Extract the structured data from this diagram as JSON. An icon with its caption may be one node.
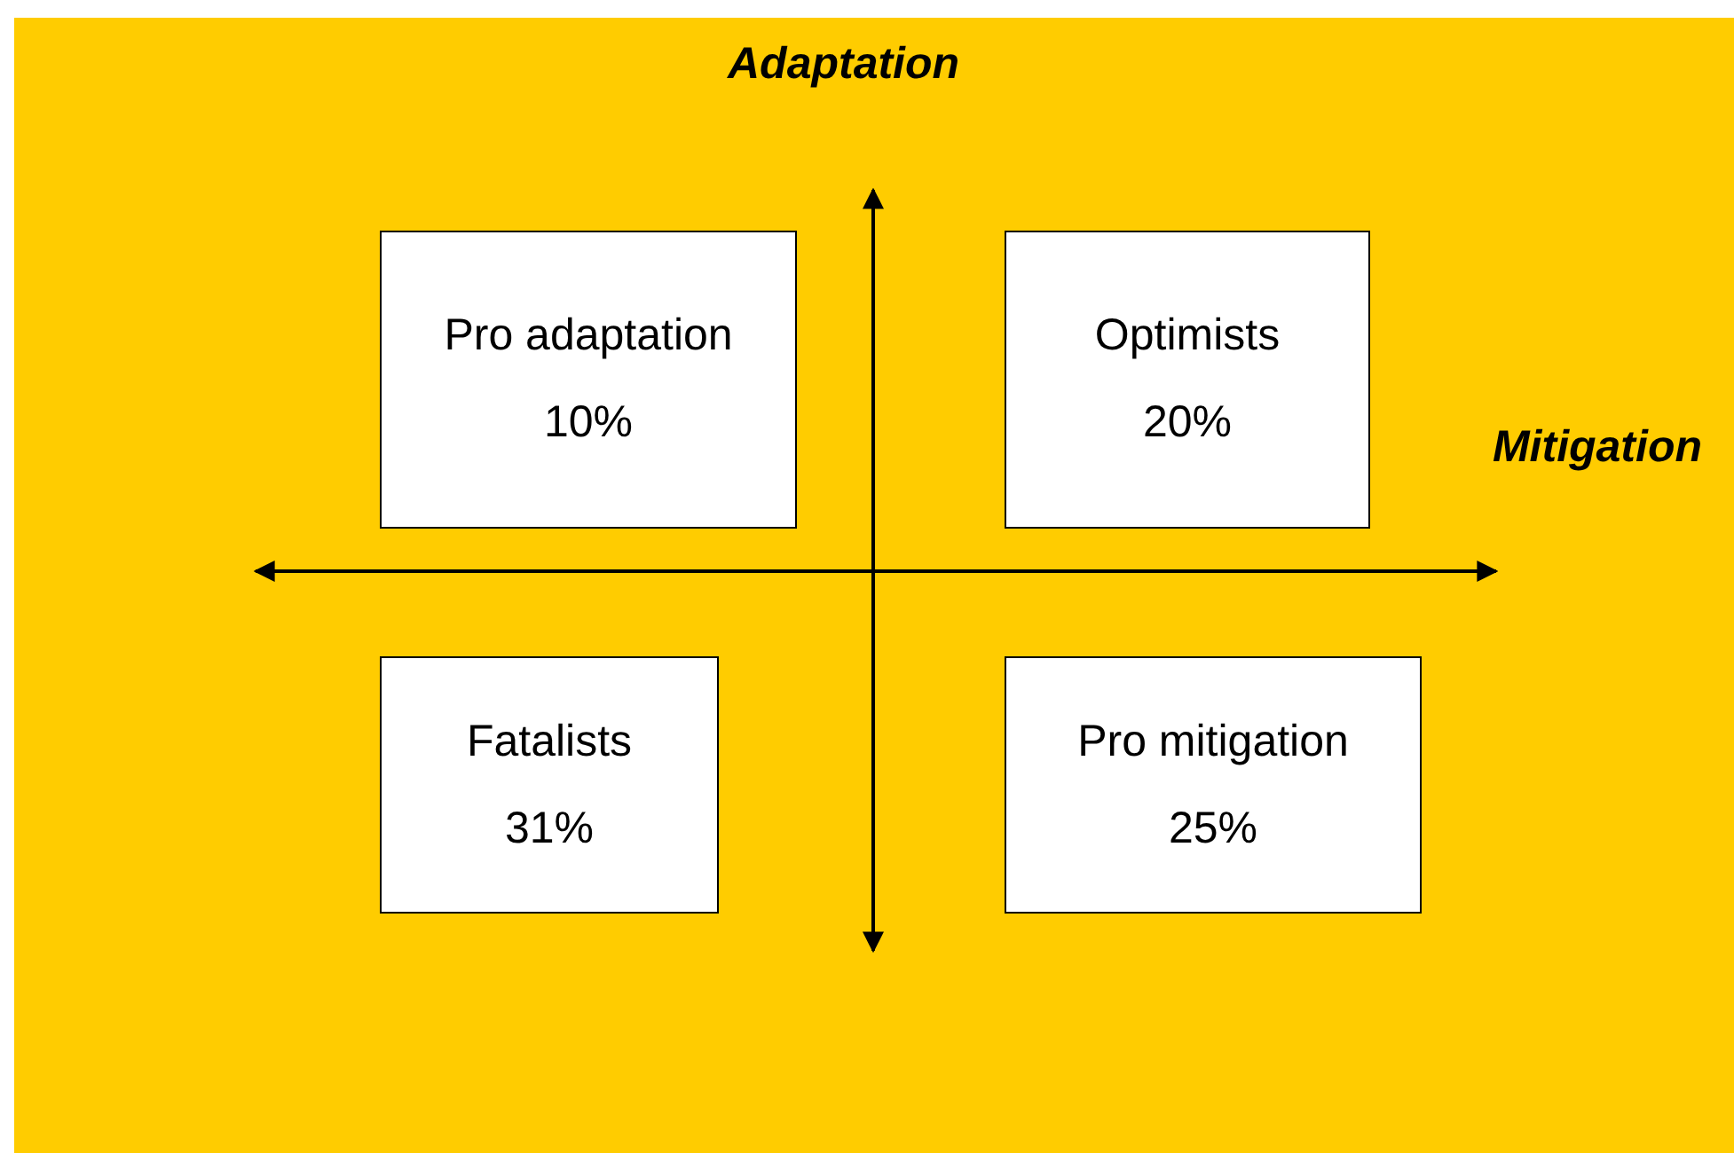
{
  "diagram": {
    "nodes": [
      {
        "text": [
          "Pro adaptation",
          "10%"
        ]
      },
      {
        "text": [
          "Optimists",
          "20%"
        ]
      },
      {
        "text": [
          "Fatalists",
          "31%"
        ]
      },
      {
        "text": [
          "Pro mitigation",
          "25%"
        ]
      }
    ],
    "labels": [
      "Adaptation",
      "Mitigation"
    ]
  }
}
